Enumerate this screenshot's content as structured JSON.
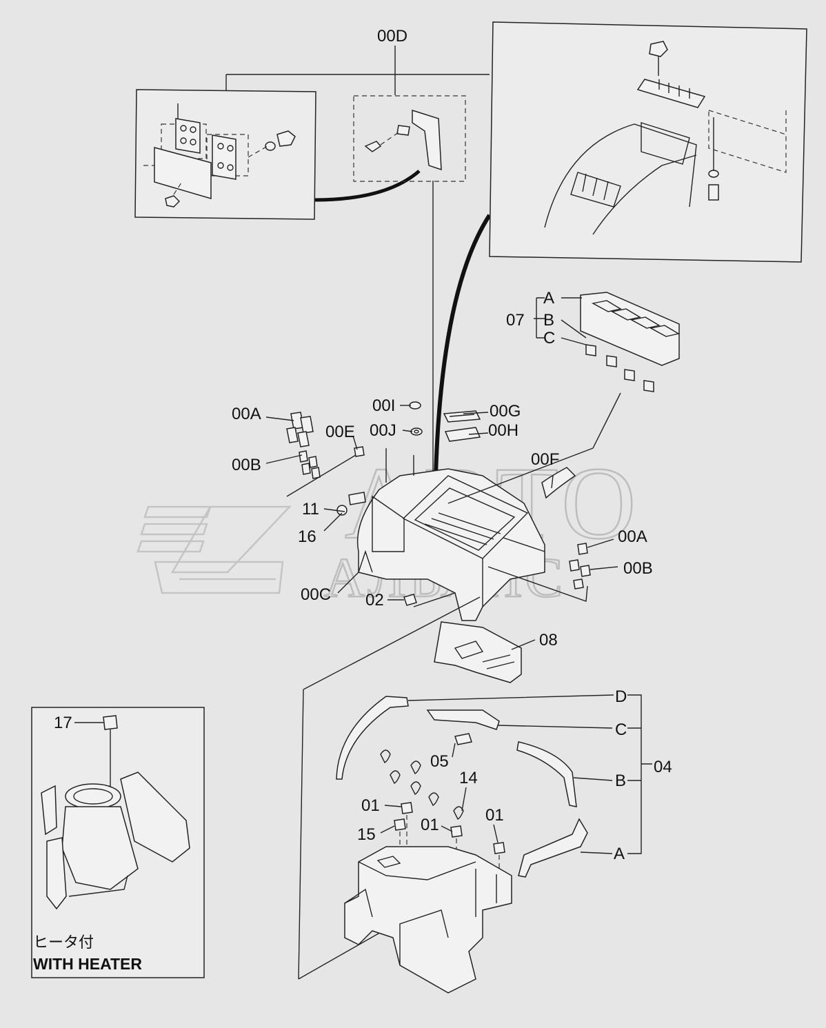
{
  "watermark": {
    "line1": "АВТО",
    "line2": "АЛЬЯНС"
  },
  "labels": {
    "00D": "00D",
    "07": "07",
    "07A": "A",
    "07B": "B",
    "07C": "C",
    "00A_left": "00A",
    "00B_left": "00B",
    "00E": "00E",
    "00I": "00I",
    "00J": "00J",
    "00G": "00G",
    "00H": "00H",
    "00F": "00F",
    "11": "11",
    "16": "16",
    "00A_right": "00A",
    "00B_right": "00B",
    "00C": "00C",
    "02": "02",
    "08": "08",
    "04": "04",
    "04A": "A",
    "04B": "B",
    "04C": "C",
    "04D": "D",
    "05": "05",
    "14": "14",
    "01_a": "01",
    "01_b": "01",
    "01_c": "01",
    "15": "15",
    "17": "17"
  },
  "heater_box": {
    "title_jp": "ヒータ付",
    "title_en": "WITH HEATER"
  }
}
